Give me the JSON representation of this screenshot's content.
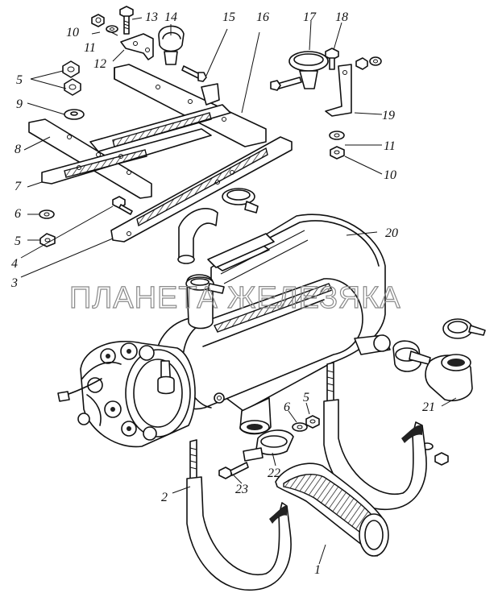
{
  "watermark": "ПЛАНЕТА ЖЕЛЕЗЯКА",
  "callouts": [
    {
      "id": "c10a",
      "text": "10"
    },
    {
      "id": "c11a",
      "text": "11"
    },
    {
      "id": "c13",
      "text": "13"
    },
    {
      "id": "c12",
      "text": "12"
    },
    {
      "id": "c14",
      "text": "14"
    },
    {
      "id": "c15",
      "text": "15"
    },
    {
      "id": "c16",
      "text": "16"
    },
    {
      "id": "c17",
      "text": "17"
    },
    {
      "id": "c18",
      "text": "18"
    },
    {
      "id": "c5a",
      "text": "5"
    },
    {
      "id": "c9",
      "text": "9"
    },
    {
      "id": "c19",
      "text": "19"
    },
    {
      "id": "c8",
      "text": "8"
    },
    {
      "id": "c11b",
      "text": "11"
    },
    {
      "id": "c10b",
      "text": "10"
    },
    {
      "id": "c7",
      "text": "7"
    },
    {
      "id": "c6a",
      "text": "6"
    },
    {
      "id": "c5b",
      "text": "5"
    },
    {
      "id": "c4",
      "text": "4"
    },
    {
      "id": "c3",
      "text": "3"
    },
    {
      "id": "c20",
      "text": "20"
    },
    {
      "id": "c5c",
      "text": "5"
    },
    {
      "id": "c6b",
      "text": "6"
    },
    {
      "id": "c21",
      "text": "21"
    },
    {
      "id": "c22",
      "text": "22"
    },
    {
      "id": "c2",
      "text": "2"
    },
    {
      "id": "c23",
      "text": "23"
    },
    {
      "id": "c1",
      "text": "1"
    }
  ]
}
